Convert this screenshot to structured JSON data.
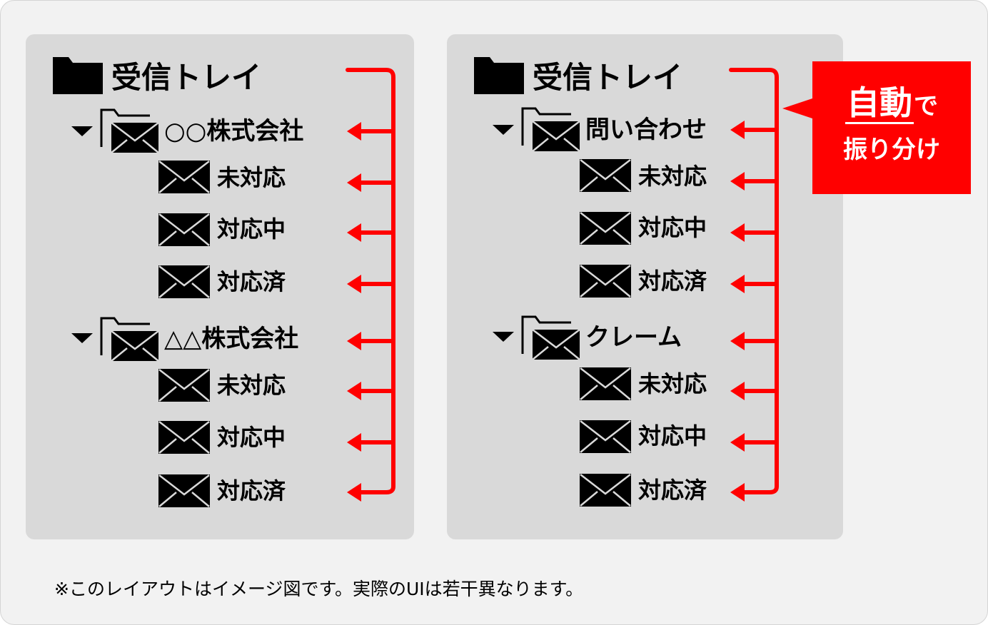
{
  "left_tree": {
    "root_label": "受信トレイ",
    "groups": [
      {
        "label": "○○株式会社",
        "items": [
          "未対応",
          "対応中",
          "対応済"
        ]
      },
      {
        "label": "△△株式会社",
        "items": [
          "未対応",
          "対応中",
          "対応済"
        ]
      }
    ]
  },
  "right_tree": {
    "root_label": "受信トレイ",
    "groups": [
      {
        "label": "問い合わせ",
        "items": [
          "未対応",
          "対応中",
          "対応済"
        ]
      },
      {
        "label": "クレーム",
        "items": [
          "未対応",
          "対応中",
          "対応済"
        ]
      }
    ]
  },
  "callout": {
    "text_big": "自動",
    "text_small": "で",
    "text_line2": "振り分け",
    "color": "#ff0000"
  },
  "footnote": "※このレイアウトはイメージ図です。実際のUIは若干異なります。",
  "colors": {
    "arrow": "#ff0000",
    "panel": "#d9d9d9",
    "background": "#f2f2f2"
  }
}
